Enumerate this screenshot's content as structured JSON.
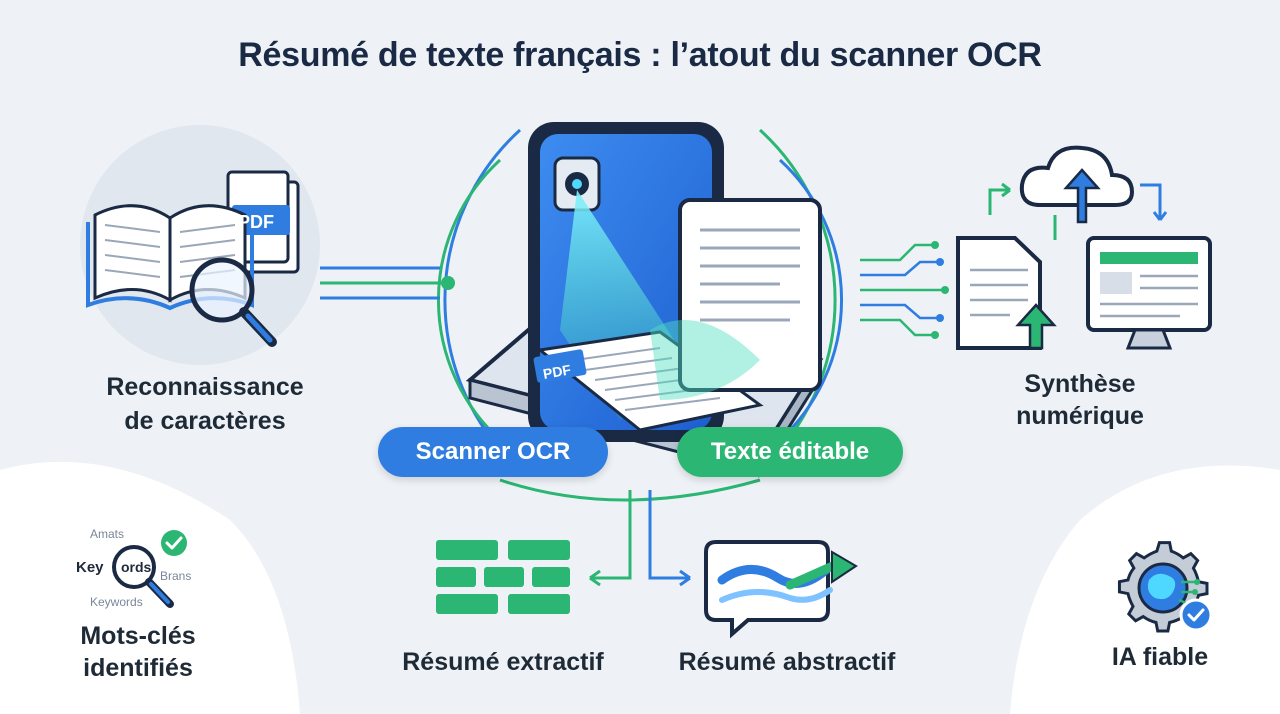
{
  "title": "Résumé de texte français : l’atout du scanner OCR",
  "left_section": {
    "label_line1": "Reconnaissance",
    "label_line2": "de caractères",
    "pdf_badge": "PDF"
  },
  "center": {
    "scanner_label": "Scanner OCR",
    "editable_label": "Texte éditable",
    "pdf_badge": "PDF"
  },
  "right_section": {
    "label_line1": "Synthèse",
    "label_line2": "numérique"
  },
  "bottom": {
    "extractive_label": "Résumé extractif",
    "abstractive_label": "Résumé abstractif"
  },
  "keywords": {
    "label_line1": "Mots-clés",
    "label_line2": "identifiés",
    "words": {
      "top": "Amats",
      "left": "Key",
      "circled": "ords",
      "right": "Brans",
      "bottom": "Keywords"
    }
  },
  "ai": {
    "label": "IA fiable"
  },
  "colors": {
    "blue": "#2f7de1",
    "green": "#2bb673",
    "navy": "#1b2a44",
    "background": "#eef2f6"
  }
}
